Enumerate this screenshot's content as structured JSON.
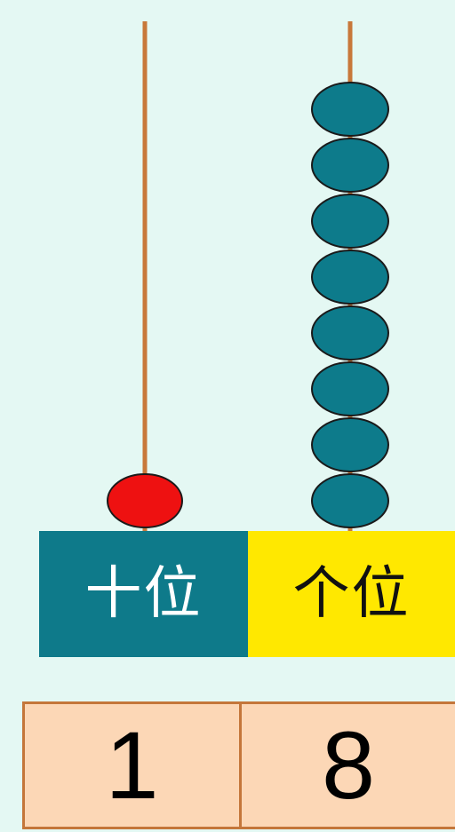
{
  "abacus": {
    "rods": [
      {
        "label": "十位",
        "beads": 1,
        "bead_color": "#ee1111",
        "value": "1"
      },
      {
        "label": "个位",
        "beads": 8,
        "bead_color": "#0d7b8b",
        "value": "8"
      }
    ],
    "rod_color": "#c8783a",
    "bead_outline": "#1a1a1a"
  }
}
